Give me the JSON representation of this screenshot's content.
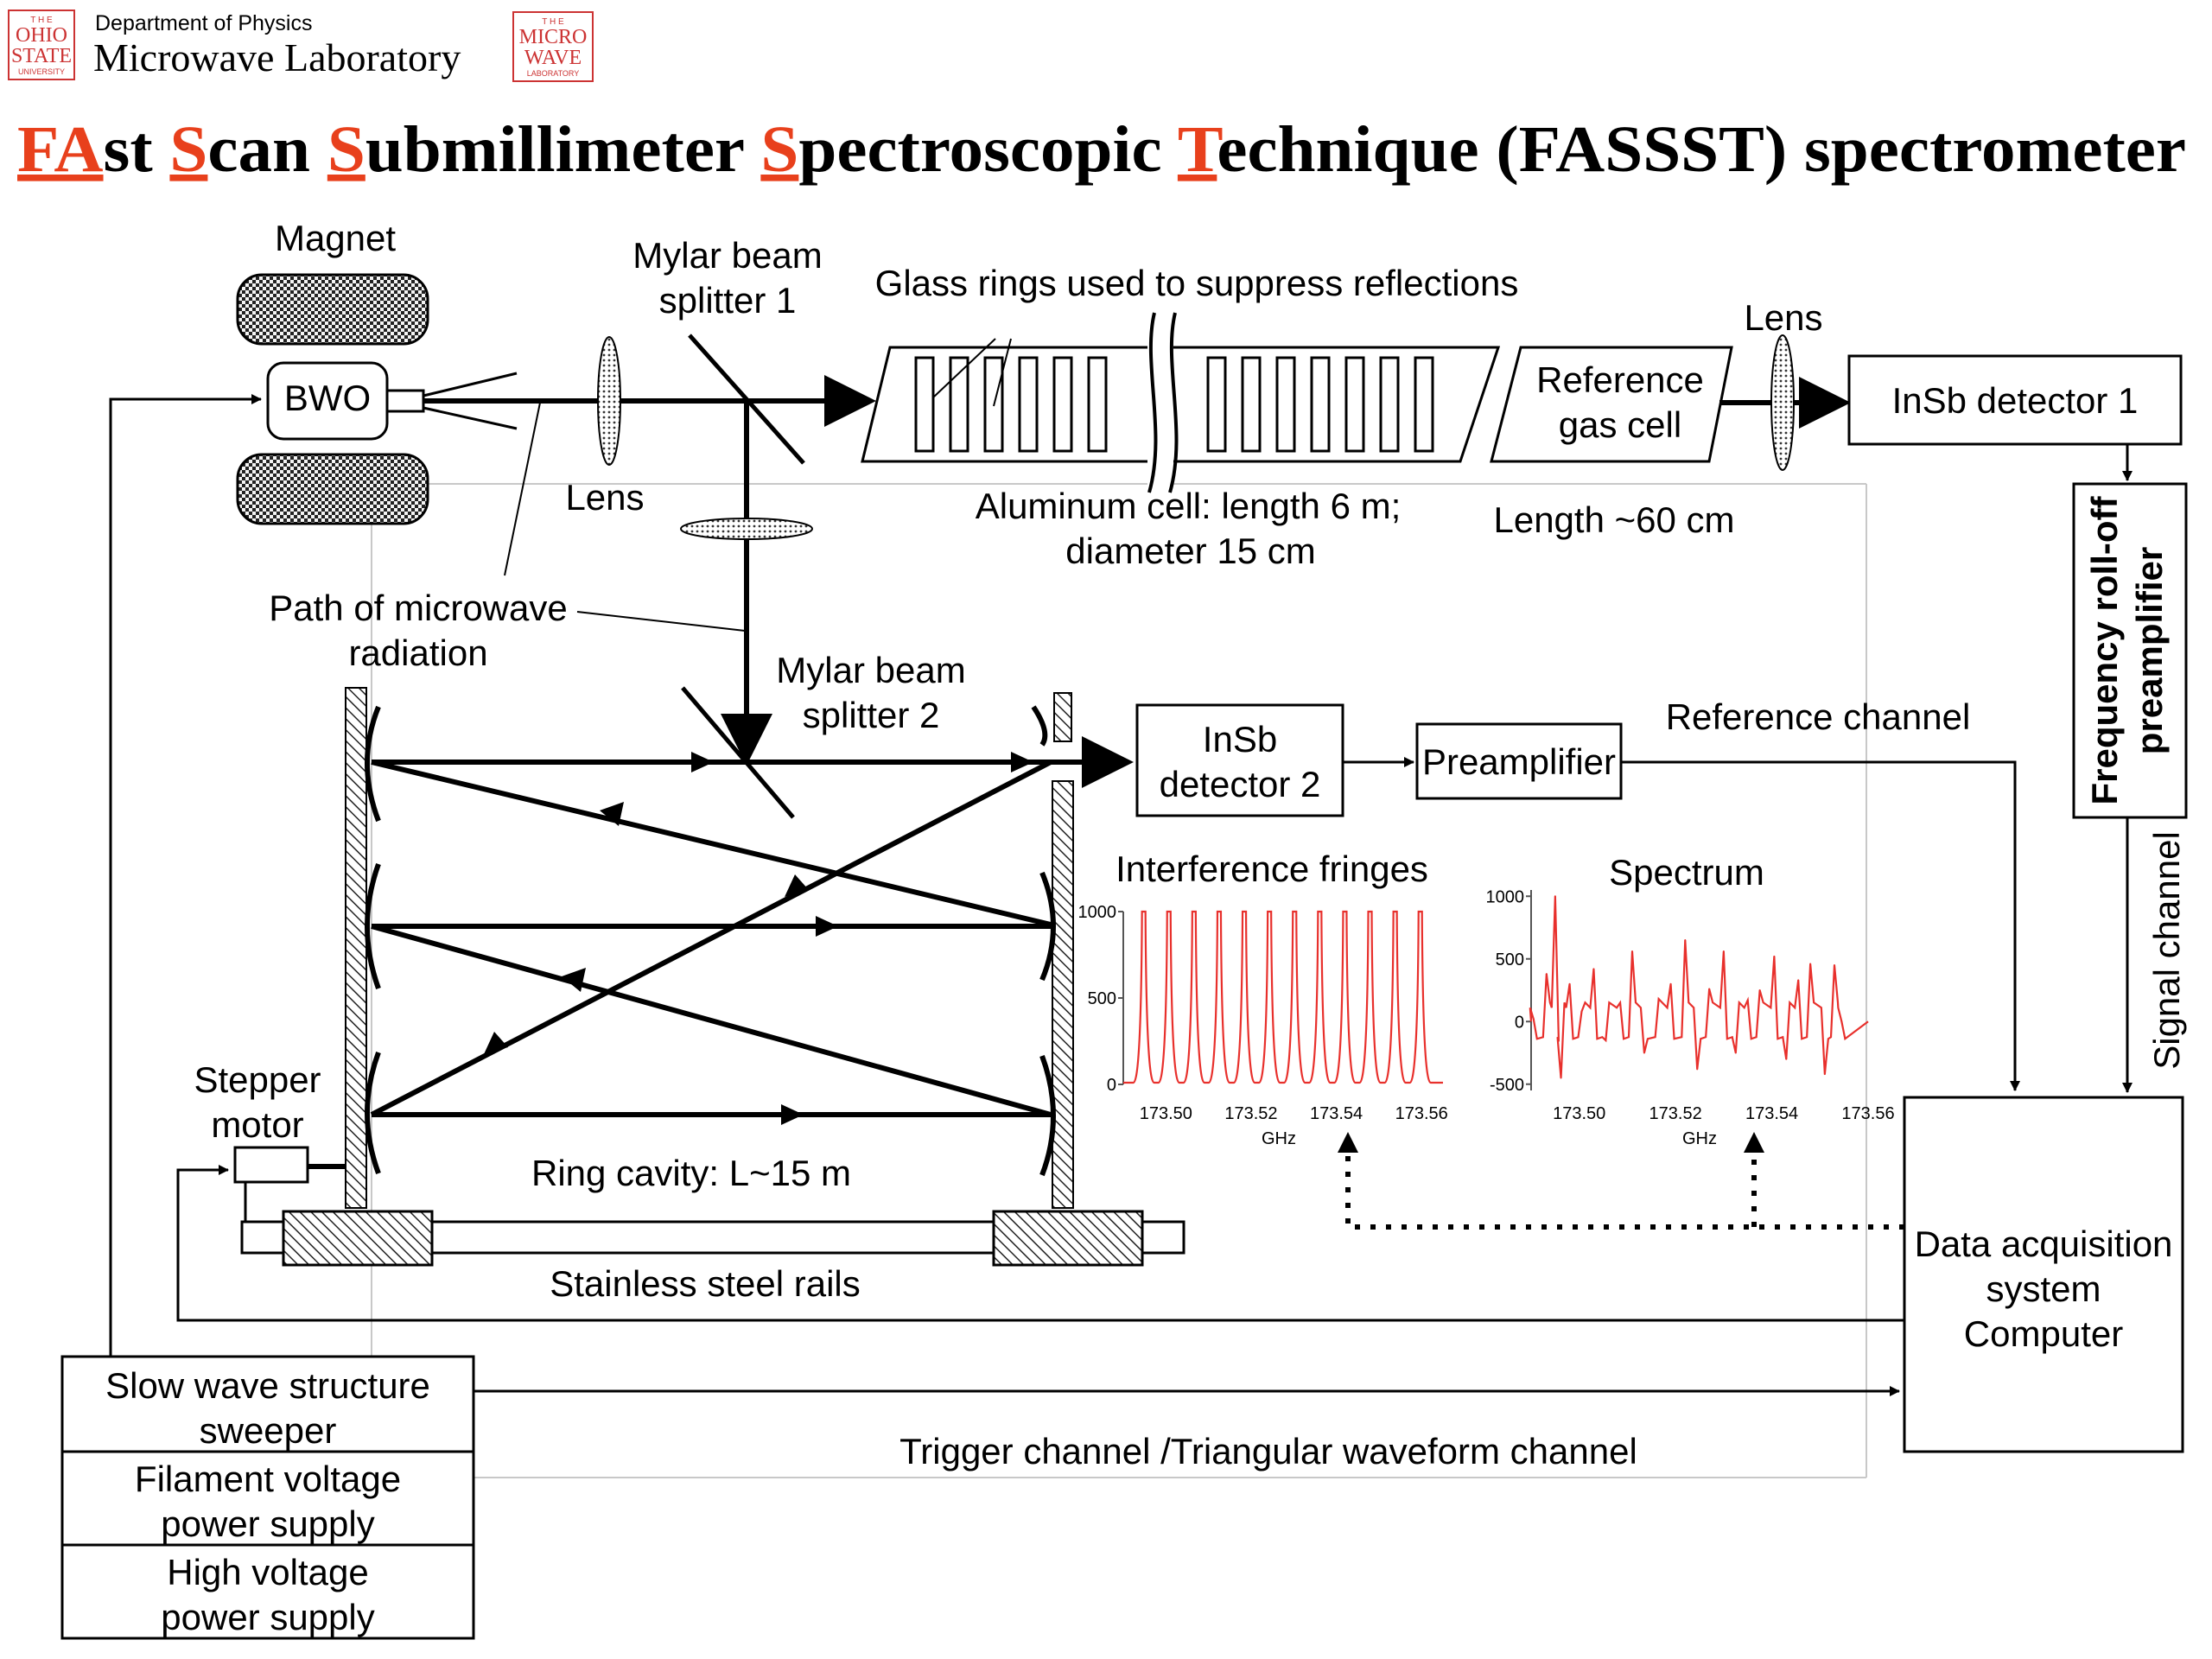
{
  "header": {
    "department": "Department of Physics",
    "lab": "Microwave Laboratory",
    "logo_left": [
      "T H E",
      "OHIO",
      "STATE",
      "UNIVERSITY"
    ],
    "logo_right": [
      "T H E",
      "MICRO",
      "WAVE",
      "LABORATORY"
    ]
  },
  "title": {
    "parts": [
      {
        "text": "FA",
        "highlight": true
      },
      {
        "text": "st ",
        "highlight": false
      },
      {
        "text": "S",
        "highlight": true
      },
      {
        "text": "can ",
        "highlight": false
      },
      {
        "text": "S",
        "highlight": true
      },
      {
        "text": "ubmillimeter ",
        "highlight": false
      },
      {
        "text": "S",
        "highlight": true
      },
      {
        "text": "pectroscopic ",
        "highlight": false
      },
      {
        "text": "T",
        "highlight": true
      },
      {
        "text": "echnique (FASSST) spectrometer",
        "highlight": false
      }
    ],
    "highlight_color": "#e8401c"
  },
  "labels": {
    "magnet": "Magnet",
    "bwo": "BWO",
    "mylar1": [
      "Mylar beam",
      "splitter 1"
    ],
    "glass_rings": "Glass rings used to suppress reflections",
    "lens_top_right": "Lens",
    "reference_cell": [
      "Reference",
      "gas cell"
    ],
    "insb1": "InSb detector 1",
    "lens_left": "Lens",
    "aluminum_cell": [
      "Aluminum cell: length 6 m;",
      "diameter 15 cm"
    ],
    "length_ref": "Length ~60 cm",
    "path": [
      "Path of microwave",
      "radiation"
    ],
    "mylar2": [
      "Mylar beam",
      "splitter 2"
    ],
    "insb2": [
      "InSb",
      "detector 2"
    ],
    "preamp": "Preamplifier",
    "reference_channel": "Reference channel",
    "freq_rolloff": [
      "Frequency roll-off",
      "preamplifier"
    ],
    "signal_channel": "Signal channel",
    "interference": "Interference fringes",
    "spectrum": "Spectrum",
    "stepper": [
      "Stepper",
      "motor"
    ],
    "ring_cavity": "Ring cavity: L~15 m",
    "rails": "Stainless steel rails",
    "daq": [
      "Data acquisition",
      "system",
      "Computer"
    ],
    "sweeper": [
      "Slow wave structure",
      "sweeper"
    ],
    "filament": [
      "Filament voltage",
      "power supply"
    ],
    "hv": [
      "High voltage",
      "power supply"
    ],
    "trigger": "Trigger channel /Triangular waveform channel"
  },
  "chart_data": [
    {
      "type": "line",
      "title": "Interference fringes",
      "xlabel": "GHz",
      "ylabel": "",
      "x_ticks": [
        "173.50",
        "173.52",
        "173.54",
        "173.56"
      ],
      "y_ticks": [
        "0",
        "500",
        "1000"
      ],
      "xlim": [
        173.49,
        173.563
      ],
      "ylim": [
        0,
        1000
      ],
      "color": "#e8302c",
      "series": [
        {
          "x": [
            173.4948,
            173.5007,
            173.5066,
            173.5125,
            173.5184,
            173.5243,
            173.5302,
            173.5361,
            173.542,
            173.5479,
            173.5538,
            173.5597
          ],
          "values": [
            1000,
            1000,
            1000,
            1000,
            1000,
            1000,
            1000,
            1000,
            1000,
            1000,
            1000,
            1000
          ]
        }
      ]
    },
    {
      "type": "line",
      "title": "Spectrum",
      "xlabel": "GHz",
      "ylabel": "",
      "x_ticks": [
        "173.50",
        "173.52",
        "173.54",
        "173.56"
      ],
      "y_ticks": [
        "-500",
        "0",
        "500",
        "1000"
      ],
      "xlim": [
        173.49,
        173.56
      ],
      "ylim": [
        -550,
        1050
      ],
      "color": "#e8302c",
      "series": [
        {
          "x": [
            173.4905,
            173.4932,
            173.495,
            173.4962,
            173.498,
            173.5005,
            173.503,
            173.5055,
            173.5085,
            173.511,
            173.5135,
            173.5165,
            173.519,
            173.522,
            173.5245,
            173.527,
            173.53,
            173.5325,
            173.535,
            173.5375,
            173.5405,
            173.543,
            173.5455,
            173.548,
            173.551,
            173.553,
            173.5545
          ],
          "values": [
            20,
            380,
            1000,
            -450,
            300,
            80,
            420,
            -150,
            150,
            560,
            -250,
            180,
            300,
            650,
            -380,
            260,
            560,
            -250,
            170,
            250,
            520,
            -300,
            330,
            460,
            -420,
            450,
            0
          ]
        }
      ]
    }
  ]
}
